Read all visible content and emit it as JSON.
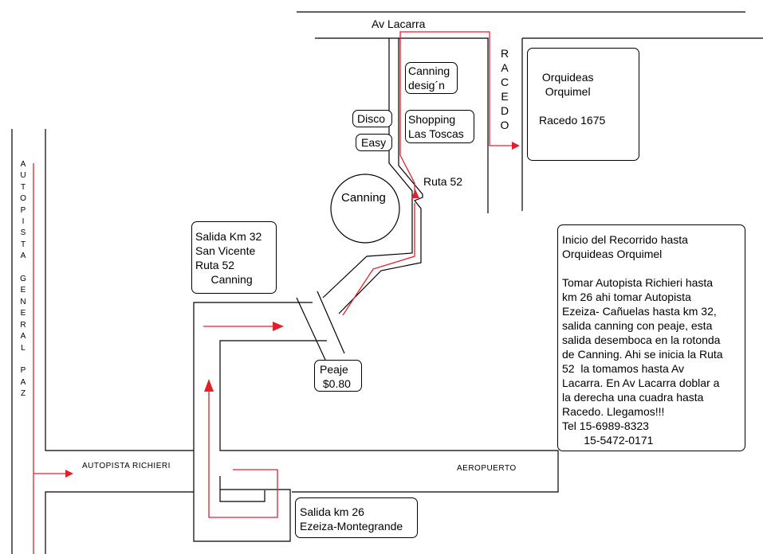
{
  "streets": {
    "av_lacarra": "Av Lacarra",
    "racedo": "RACEDO",
    "ruta_52": "Ruta 52",
    "autopista_gp": "AUTOPISTA GENERAL PAZ",
    "autopista_richieri": "AUTOPISTA RICHIERI",
    "aeropuerto": "AEROPUERTO"
  },
  "places": {
    "canning_design": "Canning\ndesig´n",
    "disco": "Disco",
    "easy": "Easy",
    "shopping": "Shopping\nLas Toscas",
    "canning_circle": "Canning",
    "orquideas": " Orquideas\n  Orquimel\n\nRacedo 1675",
    "salida_32": "Salida Km 32\nSan Vicente\nRuta 52\n     Canning",
    "peaje": "Peaje\n $0.80",
    "salida_26": "Salida km 26\nEzeiza-Montegrande"
  },
  "instructions": "Inicio del Recorrido hasta\nOrquideas Orquimel\n\nTomar Autopista Richieri hasta\nkm 26 ahi tomar Autopista\nEzeiza- Cañuelas hasta km 32,\nsalida canning con peaje, esta\nsalida desemboca en la rotonda\nde Canning. Ahi se inicia la Ruta\n52  la tomamos hasta Av\nLacarra. En Av Lacarra doblar a\nla derecha una cuadra hasta\nRacedo. Llegamos!!!\nTel 15-6989-8323\n       15-5472-0171",
  "colors": {
    "route": "#e0202a",
    "road": "#000000"
  }
}
